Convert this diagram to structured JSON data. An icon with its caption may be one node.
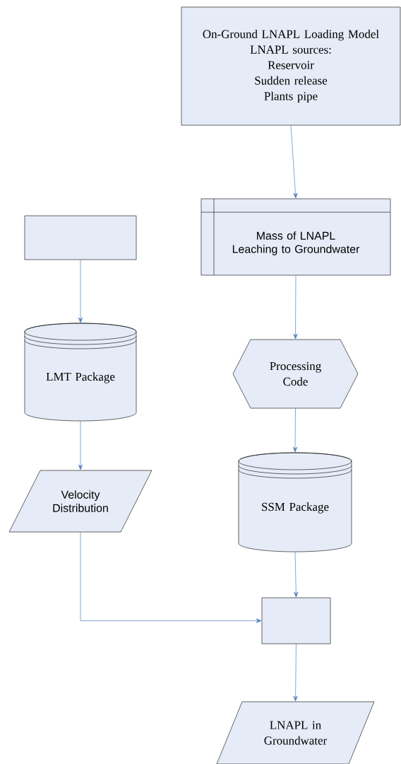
{
  "diagram": {
    "nodes": [
      {
        "text": [
          "On-Ground LNAPL Loading Model",
          "LNAPL sources:",
          "Reservoir",
          "Sudden release",
          "Plants pipe"
        ]
      },
      {
        "text": [
          "Mass of LNAPL Leaching to Groundwater"
        ]
      },
      {
        "text": [],
        "shape": "box"
      },
      {
        "text": [
          "LMT Package"
        ]
      },
      {
        "text": [
          "Velocity Distribution"
        ]
      },
      {
        "text": [
          "Processing Code"
        ]
      },
      {
        "text": [
          "SSM Package"
        ]
      },
      {
        "text": [],
        "shape": "box"
      },
      {
        "text": [
          "LNAPL in Groundwater"
        ]
      }
    ],
    "edges": [
      {
        "from": 0,
        "to": 1,
        "arrow": "to"
      },
      {
        "from": 2,
        "to": 3,
        "arrow": "to"
      },
      {
        "from": 3,
        "to": 4,
        "arrow": "to"
      },
      {
        "from": 1,
        "to": 5,
        "arrow": "to"
      },
      {
        "from": 5,
        "to": 6,
        "arrow": "to"
      },
      {
        "from": 6,
        "to": 7,
        "arrow": "to"
      },
      {
        "from": 4,
        "to": 7,
        "arrow": "to"
      },
      {
        "from": 7,
        "to": 8,
        "arrow": "to"
      }
    ]
  }
}
